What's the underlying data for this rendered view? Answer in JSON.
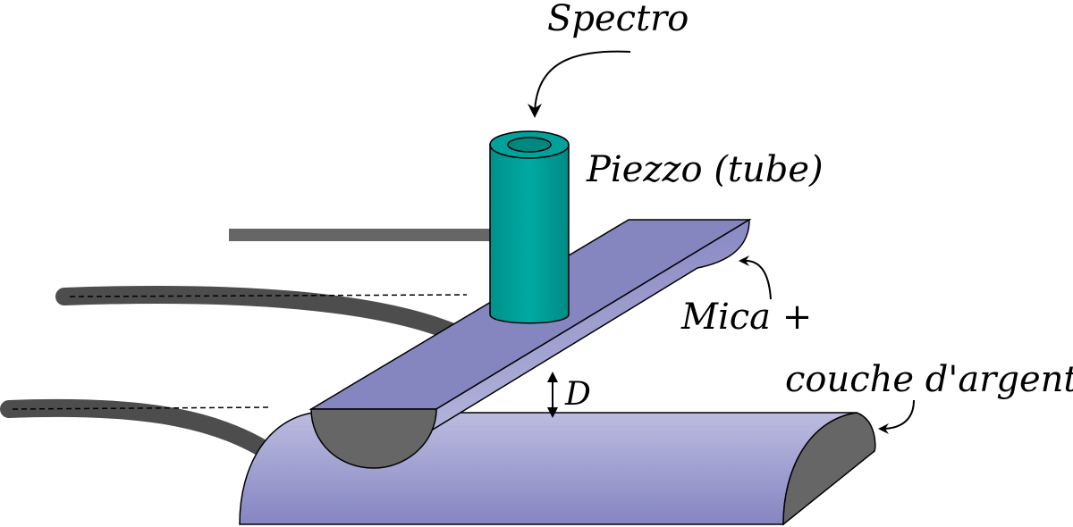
{
  "labels": {
    "spectro": "Spectro",
    "piezzo": "Piezzo (tube)",
    "mica_line1": "Mica +",
    "mica_line2": "couche d'argent",
    "gap": "D"
  },
  "colors": {
    "cylinder_light": "#b4b4dc",
    "cylinder_dark": "#8a8ac4",
    "cylinder_end": "#666666",
    "piezo": "#00a19a",
    "piezo_dark": "#007f79",
    "rod": "#4d4d4d",
    "arm": "#666666"
  }
}
